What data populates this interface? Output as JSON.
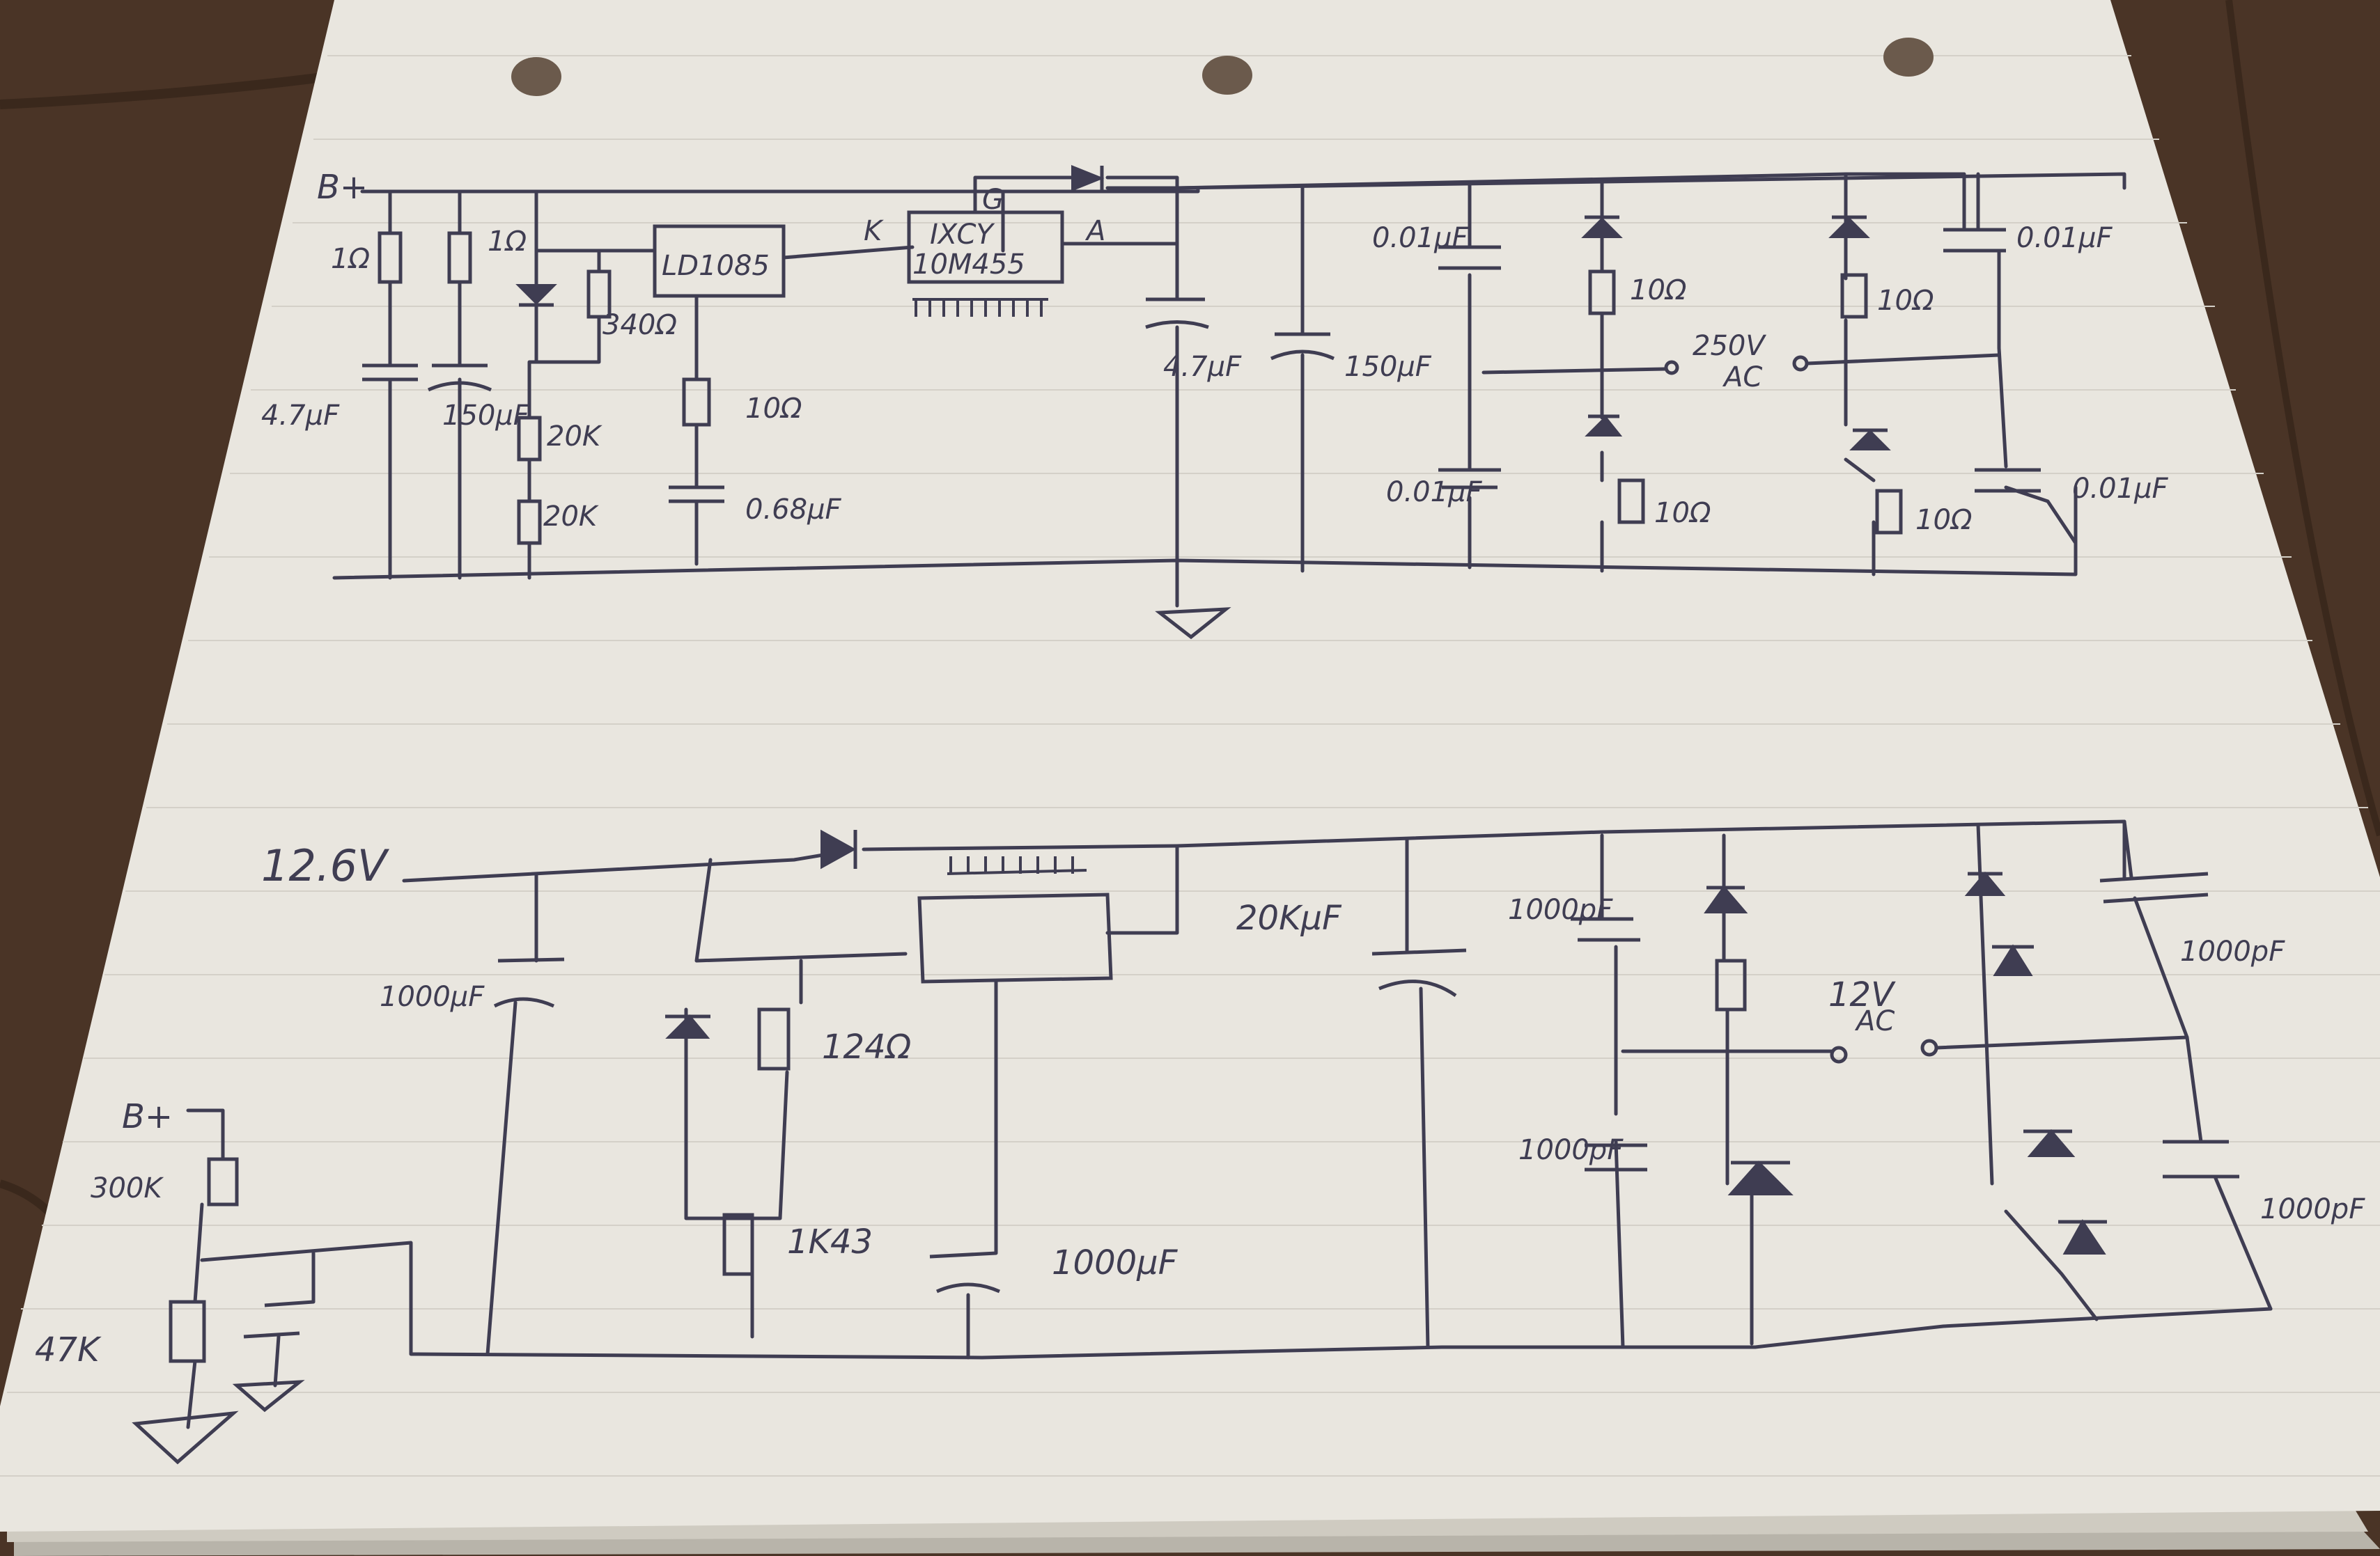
{
  "top_circuit": {
    "supply_label": "B+",
    "r_1": "1Ω",
    "r_2": "1Ω",
    "c_in_1": "4.7μF",
    "c_in_2": "150μF",
    "r_340": "340Ω",
    "r_20k_1": "20K",
    "r_20k_2": "20K",
    "regulator": "LD1085",
    "r_10_reg": "10Ω",
    "c_068": "0.68μF",
    "k_label": "K",
    "g_label": "G",
    "a_label": "A",
    "ixcy_line1": "IXCY",
    "ixcy_line2": "10M455",
    "c_out_1": "4.7μF",
    "c_out_2": "150μF",
    "c_001_tl": "0.01μF",
    "c_001_bl": "0.01μF",
    "c_001_tr": "0.01μF",
    "c_001_br": "0.01μF",
    "r_10_a": "10Ω",
    "r_10_b": "10Ω",
    "r_10_c": "10Ω",
    "r_10_d": "10Ω",
    "ac_voltage": "250V",
    "ac_label": "AC"
  },
  "bottom_circuit": {
    "supply_label": "12.6V",
    "c_1000u_left": "1000μF",
    "c_20k": "20KμF",
    "c_1000p_1": "1000pF",
    "c_1000p_2": "1000pF",
    "c_1000p_3": "1000pF",
    "c_1000p_4": "1000pF",
    "r_124": "124Ω",
    "r_1k43": "1K43",
    "c_1000u_mid": "1000μF",
    "ac_voltage": "12V",
    "ac_label": "AC",
    "bplus": "B+",
    "r_300k": "300K",
    "r_47k": "47K"
  }
}
